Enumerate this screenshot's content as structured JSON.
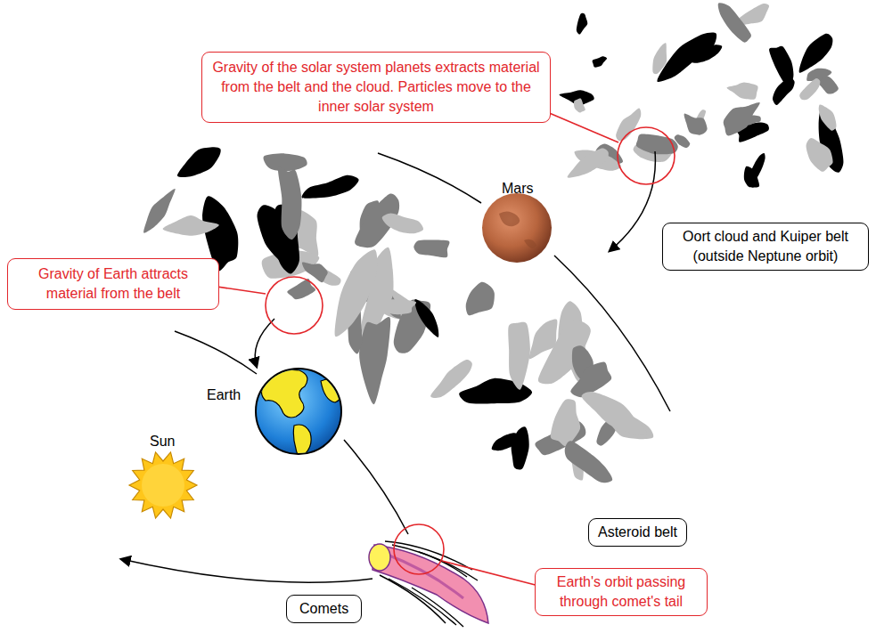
{
  "diagram": {
    "nodes": [
      {
        "text": [
          "Gravity of the solar system planets extracts material from the belt and the cloud. Particles move to the inner solar system"
        ]
      },
      {
        "text": [
          "Oort cloud and Kuiper belt (outside Neptune orbit)"
        ]
      },
      {
        "text": [
          "Gravity of Earth attracts material from the belt"
        ]
      },
      {
        "text": [
          "Asteroid belt"
        ]
      },
      {
        "text": [
          "Comets"
        ]
      },
      {
        "text": [
          "Earth's orbit passing through comet's tail"
        ]
      }
    ],
    "labels": [
      "Mars",
      "Earth",
      "Sun"
    ]
  }
}
